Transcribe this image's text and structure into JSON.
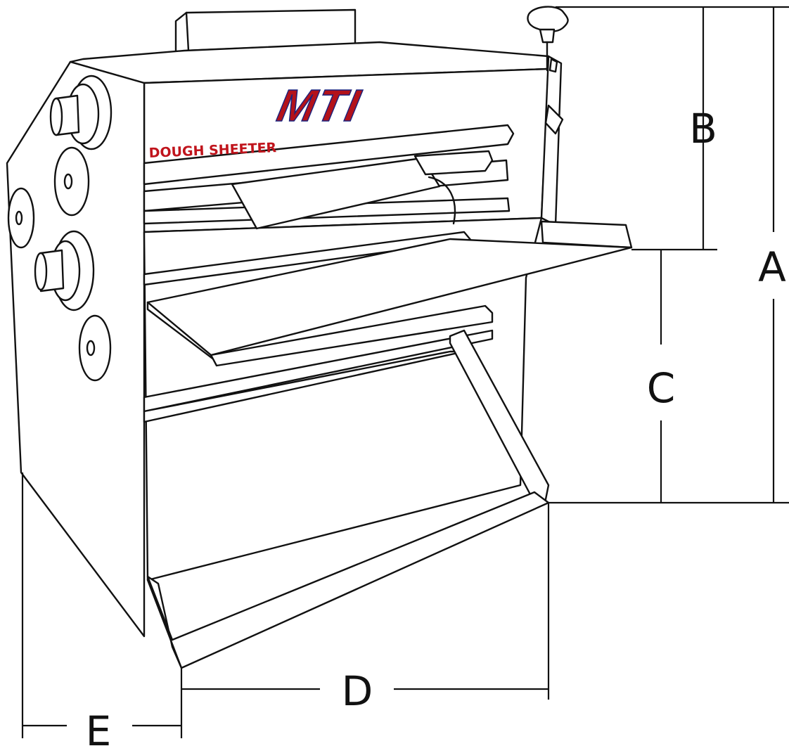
{
  "logo": {
    "text": "MTI",
    "color": "#b3121a",
    "outline": "#1a237e"
  },
  "product_label": {
    "text": "DOUGH SHEETER",
    "color": "#c0141c"
  },
  "dimensions": {
    "a": "A",
    "b": "B",
    "c": "C",
    "d": "D",
    "e": "E"
  }
}
